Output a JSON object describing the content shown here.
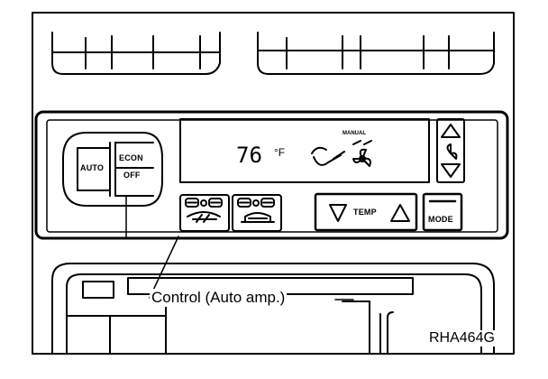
{
  "figure": {
    "callout": "Control (Auto amp.)",
    "figure_code": "RHA464G"
  },
  "panel": {
    "buttons": {
      "auto": "AUTO",
      "econ": "ECON",
      "off": "OFF",
      "temp": "TEMP",
      "mode": "MODE"
    },
    "display": {
      "temperature": "76",
      "unit": "°F",
      "status": "MANUAL"
    }
  },
  "colors": {
    "ink": "#000000",
    "paper": "#ffffff"
  }
}
